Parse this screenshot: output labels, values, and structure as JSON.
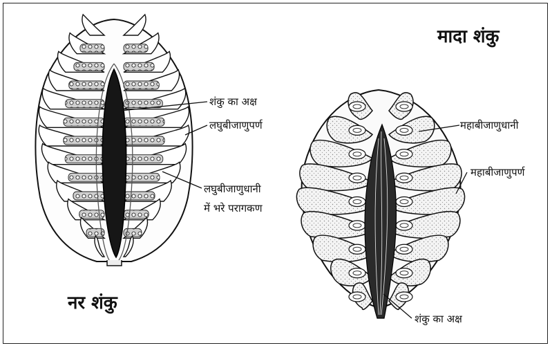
{
  "male_cone": {
    "title": "नर शंकु",
    "labels": {
      "axis": "शंकु का अक्ष",
      "microsporophyll": "लघुबीजाणुपर्ण",
      "microsporangium_line1": "लघुबीजाणुधानी",
      "microsporangium_line2": "में भरे परागकण"
    }
  },
  "female_cone": {
    "title": "मादा शंकु",
    "labels": {
      "megasporangium": "महाबीजाणुधानी",
      "megasporophyll": "महाबीजाणुपर्ण",
      "axis": "शंकु का अक्ष"
    }
  }
}
